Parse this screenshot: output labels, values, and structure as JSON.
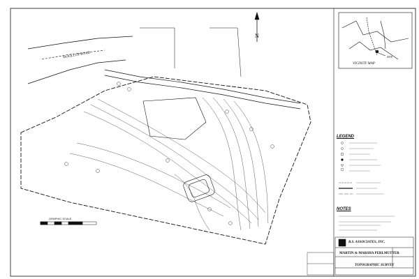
{
  "plan": {
    "road_label": "McKILLOP ROAD",
    "north_label": "N",
    "scale_label": "GRAPHIC SCALE"
  },
  "vicinity_map": {
    "title": "VICINITY MAP",
    "site_label": "SITE"
  },
  "legend": {
    "title": "LEGEND"
  },
  "notes": {
    "title": "NOTES"
  },
  "title_block": {
    "firm": "B.S. ASSOCIATES, INC.",
    "client": "MARTIN & MARSHA PERLMUTTER",
    "drawing_title": "TOPOGRAPHIC SURVEY"
  },
  "colors": {
    "ink": "#111111",
    "paper": "#ffffff"
  }
}
